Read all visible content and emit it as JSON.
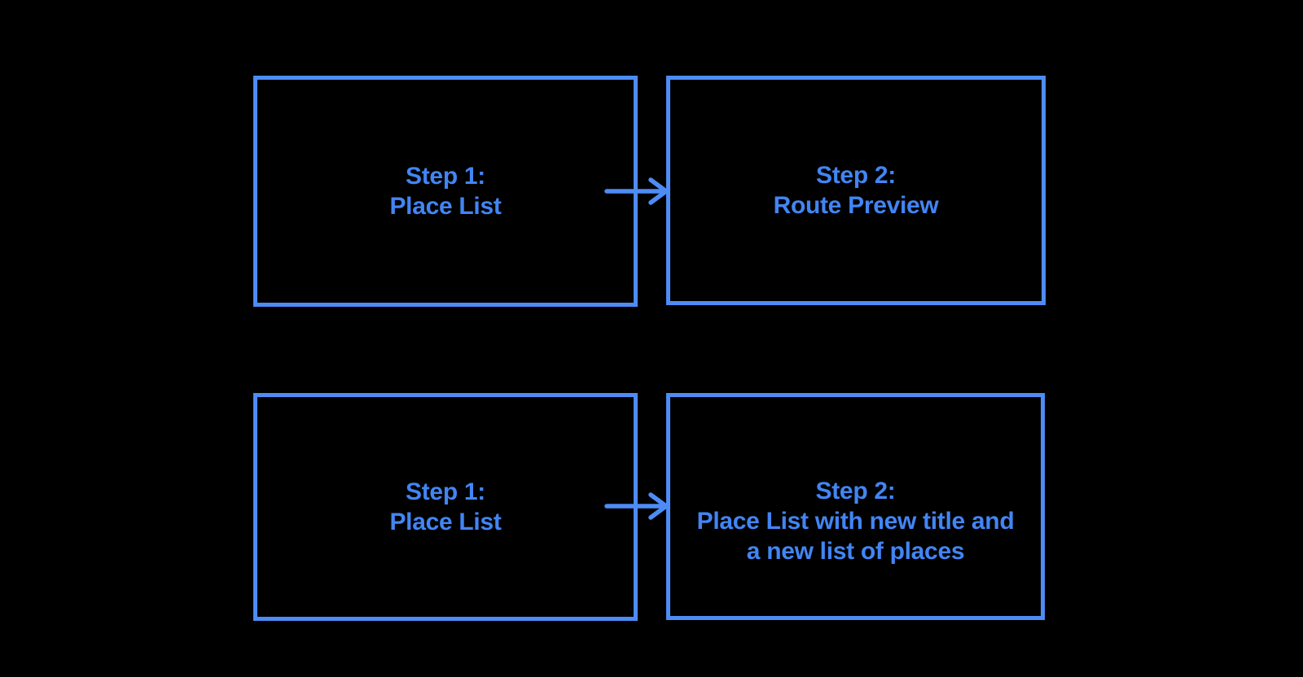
{
  "colors": {
    "background": "#000000",
    "box_border": "#4e8cf5",
    "text": "#4285f4",
    "arrow": "#4e8cf5"
  },
  "diagram": {
    "boxes": [
      {
        "id": "row1-step1",
        "lines": [
          "Step 1:",
          "Place List"
        ]
      },
      {
        "id": "row1-step2",
        "lines": [
          "Step 2:",
          "Route Preview"
        ]
      },
      {
        "id": "row2-step1",
        "lines": [
          "Step 1:",
          "Place List"
        ]
      },
      {
        "id": "row2-step2",
        "lines": [
          "Step 2:",
          "Place List with new title and",
          "a new list of places"
        ]
      }
    ],
    "arrows": [
      {
        "from": "row1-step1",
        "to": "row1-step2",
        "direction": "right"
      },
      {
        "from": "row2-step1",
        "to": "row2-step2",
        "direction": "right"
      }
    ]
  }
}
